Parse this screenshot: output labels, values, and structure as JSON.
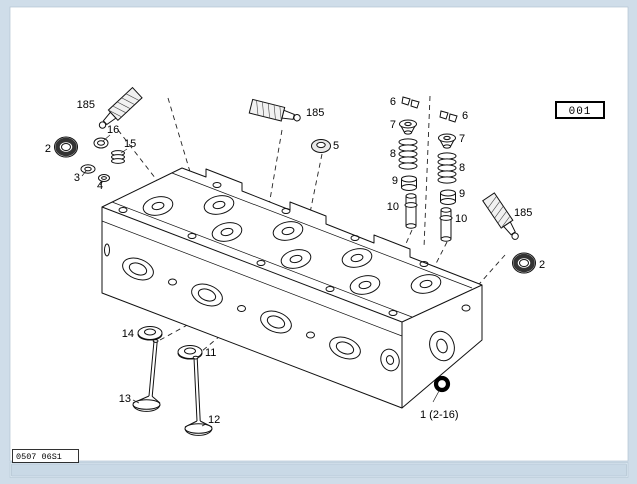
{
  "window": {
    "image_ref": "001",
    "plate_code": "0507 06S1"
  },
  "colors": {
    "frame": "#cfdde9",
    "canvas": "#ffffff",
    "line": "#111111",
    "seal_dark": "#333333",
    "scrollbar_track": "#d9e6f0",
    "scrollbar_thumb": "#c9d9e6"
  },
  "diagram": {
    "subject": "cylinder-head-exploded-parts-drawing"
  },
  "callouts": [
    {
      "id": "tool-top-left",
      "label": "185"
    },
    {
      "id": "seal-left",
      "label": "2"
    },
    {
      "id": "part-16",
      "label": "16"
    },
    {
      "id": "part-15",
      "label": "15"
    },
    {
      "id": "part-3",
      "label": "3"
    },
    {
      "id": "part-4",
      "label": "4"
    },
    {
      "id": "tool-middle",
      "label": "185"
    },
    {
      "id": "part-5",
      "label": "5"
    },
    {
      "id": "part-6-left",
      "label": "6"
    },
    {
      "id": "part-7-left",
      "label": "7"
    },
    {
      "id": "part-8-left",
      "label": "8"
    },
    {
      "id": "part-9-left",
      "label": "9"
    },
    {
      "id": "part-10-left",
      "label": "10"
    },
    {
      "id": "part-6-right",
      "label": "6"
    },
    {
      "id": "part-7-right",
      "label": "7"
    },
    {
      "id": "part-8-right",
      "label": "8"
    },
    {
      "id": "part-9-right",
      "label": "9"
    },
    {
      "id": "part-10-right",
      "label": "10"
    },
    {
      "id": "tool-right",
      "label": "185"
    },
    {
      "id": "seal-right",
      "label": "2"
    },
    {
      "id": "part-14",
      "label": "14"
    },
    {
      "id": "part-11",
      "label": "11"
    },
    {
      "id": "part-13",
      "label": "13"
    },
    {
      "id": "part-12",
      "label": "12"
    },
    {
      "id": "oring-1",
      "label": "1 (2-16)"
    }
  ]
}
